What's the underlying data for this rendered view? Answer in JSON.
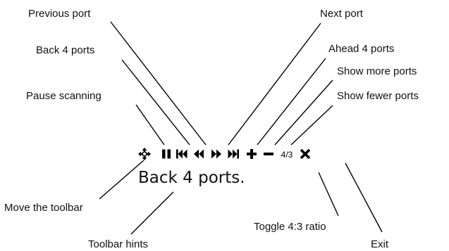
{
  "callouts": {
    "previous_port": "Previous port",
    "back_4_ports": "Back 4 ports",
    "pause_scanning": "Pause scanning",
    "move_toolbar": "Move the toolbar",
    "toolbar_hints": "Toolbar hints",
    "next_port": "Next port",
    "ahead_4_ports": "Ahead 4 ports",
    "show_more_ports": "Show more ports",
    "show_fewer_ports": "Show fewer ports",
    "toggle_ratio": "Toggle 4:3 ratio",
    "exit": "Exit"
  },
  "toolbar": {
    "buttons": [
      {
        "icon": "move-icon"
      },
      {
        "icon": "pause-icon"
      },
      {
        "icon": "skip-back-icon"
      },
      {
        "icon": "rewind-icon"
      },
      {
        "icon": "fast-forward-icon"
      },
      {
        "icon": "skip-forward-icon"
      },
      {
        "icon": "plus-icon"
      },
      {
        "icon": "minus-icon"
      },
      {
        "icon": "aspect-ratio-icon"
      },
      {
        "icon": "close-icon"
      }
    ],
    "ratio_glyph": "4/3",
    "hint_text": "Back 4 ports."
  }
}
